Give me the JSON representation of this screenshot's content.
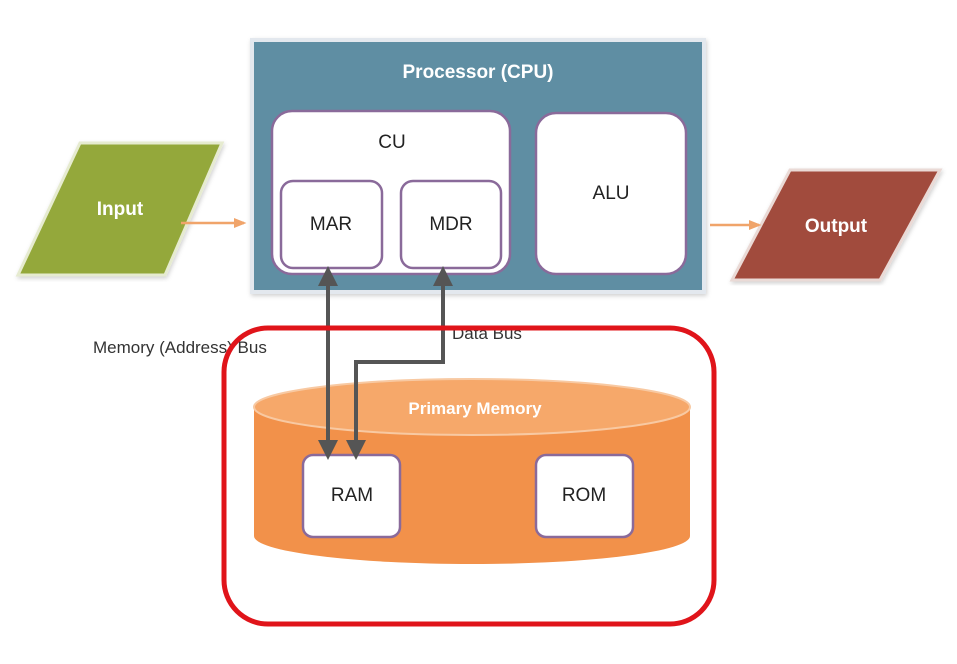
{
  "cpu": {
    "title": "Processor (CPU)",
    "cu_label": "CU",
    "mar_label": "MAR",
    "mdr_label": "MDR",
    "alu_label": "ALU"
  },
  "io": {
    "input_label": "Input",
    "output_label": "Output"
  },
  "buses": {
    "address_bus_label": "Memory (Address) Bus",
    "data_bus_label": "Data Bus"
  },
  "memory": {
    "title": "Primary Memory",
    "ram_label": "RAM",
    "rom_label": "ROM"
  },
  "colors": {
    "cpu_fill": "#5f8ea3",
    "cpu_border": "#e3e8ee",
    "box_border": "#8a6a9a",
    "input_fill": "#94a83a",
    "output_fill": "#a14b3d",
    "io_arrow": "#f0a46a",
    "memory_fill": "#f2914a",
    "memory_top": "#f6a86a",
    "bus_arrow": "#555555",
    "highlight": "#e0141a"
  }
}
